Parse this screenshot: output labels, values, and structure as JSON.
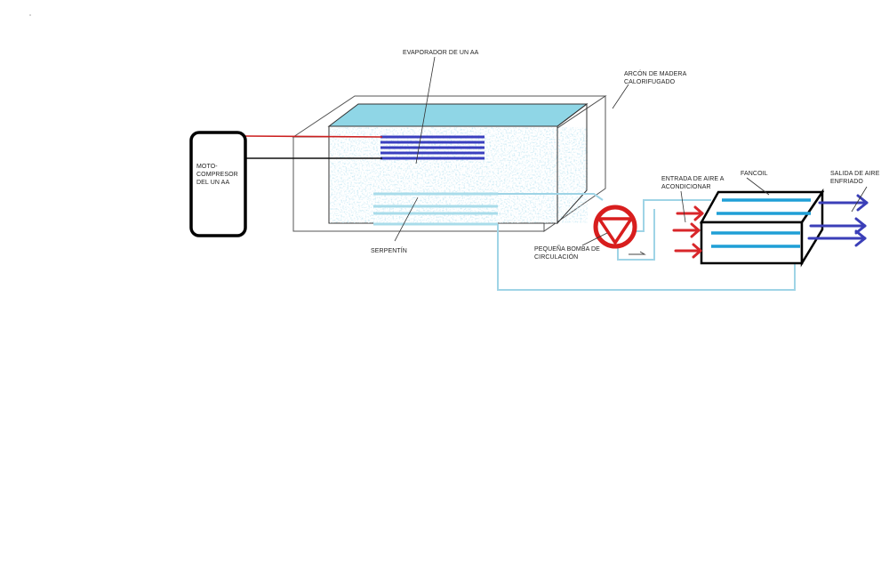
{
  "labels": {
    "evaporator": "EVAPORADOR DE UN AA",
    "chest_line1": "ARCÓN DE MADERA",
    "chest_line2": "CALORIFUGADO",
    "compressor_line1": "MOTO-",
    "compressor_line2": "COMPRESOR",
    "compressor_line3": "DEL UN AA",
    "coil": "SERPENTÍN",
    "pump_line1": "PEQUEÑA BOMBA DE",
    "pump_line2": "CIRCULACIÓN",
    "air_in_line1": "ENTRADA DE AIRE A",
    "air_in_line2": "ACONDICIONAR",
    "fancoil": "FANCOIL",
    "air_out_line1": "SALIDA DE AIRE",
    "air_out_line2": "ENFRIADO"
  },
  "colors": {
    "refrigerant_hot": "#cc1f1f",
    "refrigerant_cold": "#111111",
    "evaporator_tubes": "#3a3fbf",
    "water_circuit": "#9fd4e6",
    "coil_tubes": "#a9dcea",
    "fancoil_tubes": "#1f9fd6",
    "warm_air": "#d8262a",
    "cool_air": "#3b3fb8",
    "pump": "#d81e1e",
    "tank_top": "#8fd6e6",
    "ice_fill": "#bfe4f0"
  }
}
